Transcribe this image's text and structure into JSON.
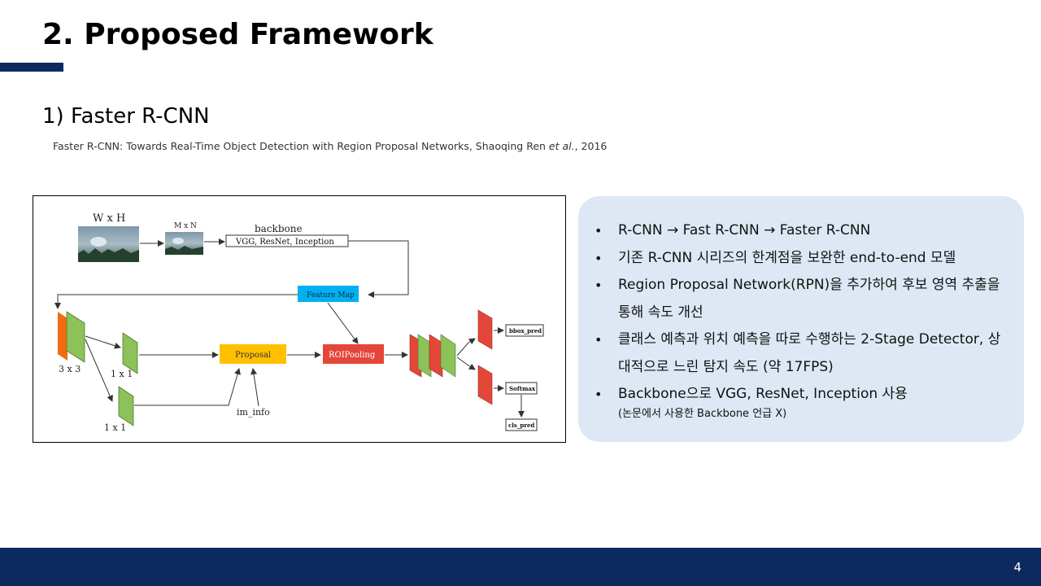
{
  "slide": {
    "title": "2. Proposed Framework",
    "section": "1) Faster R-CNN",
    "citation_main": "Faster R-CNN: Towards Real-Time Object Detection with Region Proposal Networks, Shaoqing Ren ",
    "citation_etal": "et al.",
    "citation_year": ", 2016",
    "page_number": "4"
  },
  "diagram": {
    "input_label": "W x H",
    "resized_label": "M x N",
    "backbone_label": "backbone",
    "backbone_box": "VGG, ResNet, Inception",
    "feature_map": "Feature Map",
    "conv3_label": "3 x 3",
    "conv1a_label": "1 x 1",
    "conv1b_label": "1 x 1",
    "proposal": "Proposal",
    "roipooling": "ROIPooling",
    "im_info": "im_info",
    "bbox_pred": "bbox_pred",
    "softmax": "Softmax",
    "cls_pred": "cls_pred",
    "colors": {
      "orange": "#f26b10",
      "green": "#8dc15a",
      "red": "#e4473a",
      "yellow": "#ffc000",
      "blue": "#00b0f0"
    }
  },
  "panel": {
    "bullets": [
      "R-CNN → Fast R-CNN → Faster R-CNN",
      "기존 R-CNN 시리즈의 한계점을 보완한 end-to-end 모델",
      "Region Proposal Network(RPN)을 추가하여 후보 영역 추출을 통해 속도 개선",
      "클래스 예측과 위치 예측을 따로 수행하는 2-Stage Detector, 상대적으로 느린 탐지 속도 (약 17FPS)",
      "Backbone으로 VGG, ResNet, Inception 사용"
    ],
    "note": "(논문에서 사용한 Backbone 언급 X)"
  }
}
